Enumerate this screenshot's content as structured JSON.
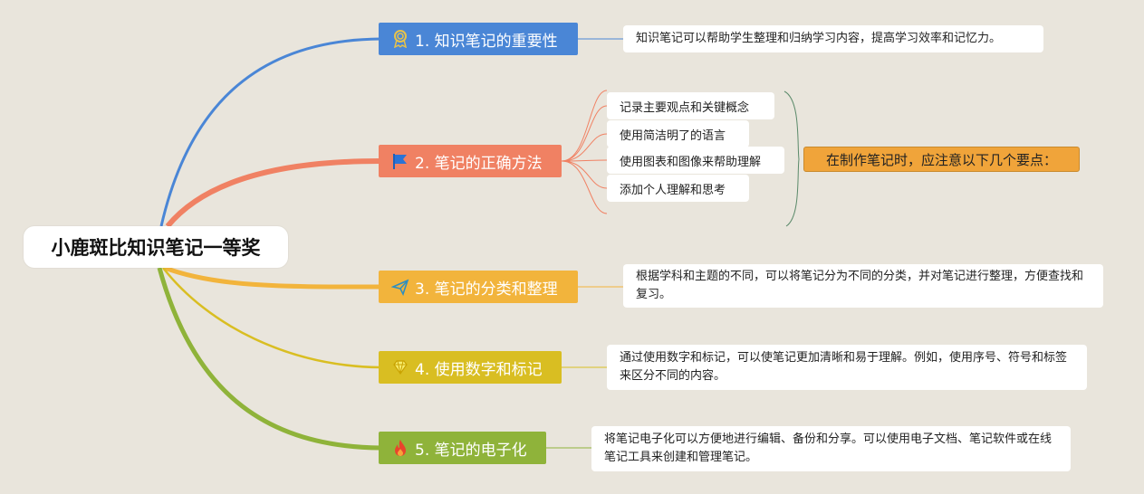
{
  "root": {
    "title": "小鹿斑比知识笔记一等奖"
  },
  "branches": [
    {
      "label": "1. 知识笔记的重要性",
      "color": "#4a86d6",
      "icon": "award-ribbon-icon",
      "note": "知识笔记可以帮助学生整理和归纳学习内容，提高学习效率和记忆力。"
    },
    {
      "label": "2. 笔记的正确方法",
      "color": "#f08163",
      "icon": "flag-icon",
      "subitems": [
        "记录主要观点和关键概念",
        "使用简洁明了的语言",
        "使用图表和图像来帮助理解",
        "添加个人理解和思考"
      ],
      "summary": "在制作笔记时，应注意以下几个要点："
    },
    {
      "label": "3. 笔记的分类和整理",
      "color": "#f2b43c",
      "icon": "paper-plane-icon",
      "note": "根据学科和主题的不同，可以将笔记分为不同的分类，并对笔记进行整理，方便查找和复习。"
    },
    {
      "label": "4. 使用数字和标记",
      "color": "#d9be22",
      "icon": "diamond-icon",
      "note": "通过使用数字和标记，可以使笔记更加清晰和易于理解。例如，使用序号、符号和标签来区分不同的内容。"
    },
    {
      "label": "5. 笔记的电子化",
      "color": "#8fb33a",
      "icon": "flame-icon",
      "note": "将笔记电子化可以方便地进行编辑、备份和分享。可以使用电子文档、笔记软件或在线笔记工具来创建和管理笔记。"
    }
  ],
  "colors": {
    "background": "#e9e5dc",
    "blue": "#4a86d6",
    "orange": "#f08163",
    "yellow": "#f2b43c",
    "gold": "#d9be22",
    "green": "#8fb33a",
    "summary": "#f0a43a"
  }
}
